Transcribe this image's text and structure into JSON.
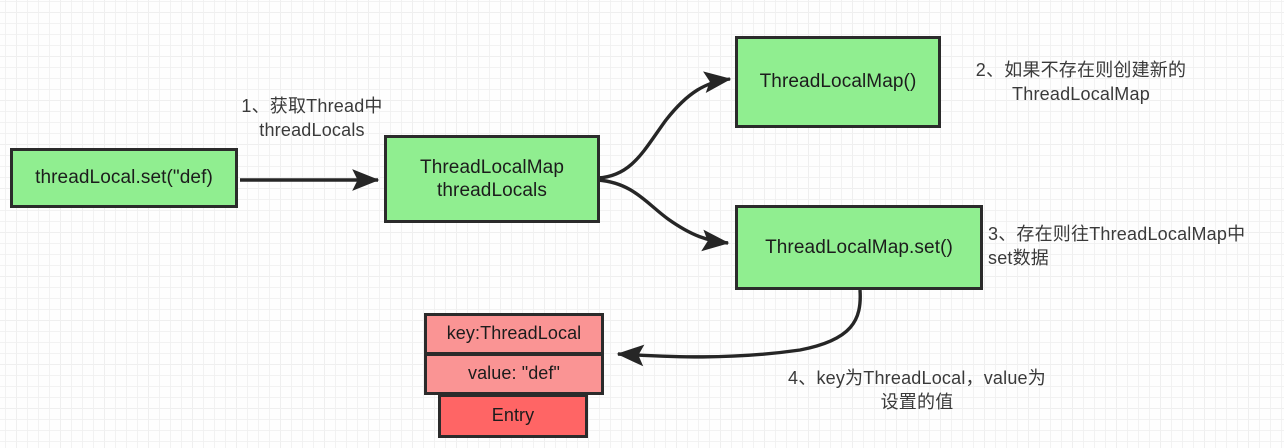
{
  "diagram": {
    "title": "ThreadLocal set flow",
    "background": {
      "color": "#fefefe",
      "grid_color": "#ededed",
      "grid_size": 44
    },
    "palette": {
      "node_green": "#90ee90",
      "node_pink": "#fa9494",
      "node_red": "#ff6565",
      "border": "#2b2b2b",
      "text": "#1c1c1c",
      "annotation_text": "#3a3a3a",
      "edge": "#262626"
    },
    "nodes": [
      {
        "id": "thread-local-set",
        "label": "threadLocal.set(\"def)",
        "fill": "#90ee90"
      },
      {
        "id": "thread-local-map-threadlocals",
        "label": "ThreadLocalMap\nthreadLocals",
        "fill": "#90ee90"
      },
      {
        "id": "thread-local-map-ctor",
        "label": "ThreadLocalMap()",
        "fill": "#90ee90"
      },
      {
        "id": "thread-local-map-set",
        "label": "ThreadLocalMap.set()",
        "fill": "#90ee90"
      },
      {
        "id": "entry-key-row",
        "label": "key:ThreadLocal",
        "fill": "#fa9494"
      },
      {
        "id": "entry-value-row",
        "label": "value: \"def\"",
        "fill": "#fa9494"
      },
      {
        "id": "entry-label",
        "label": "Entry",
        "fill": "#ff6565"
      }
    ],
    "annotations": [
      {
        "id": "step-1",
        "text": "1、获取Thread中\nthreadLocals"
      },
      {
        "id": "step-2",
        "text": "2、如果不存在则创建新的\nThreadLocalMap"
      },
      {
        "id": "step-3",
        "text": "3、存在则往ThreadLocalMap中\nset数据"
      },
      {
        "id": "step-4",
        "text": "4、key为ThreadLocal，value为\n设置的值"
      }
    ],
    "edges": [
      {
        "id": "edge-set-to-map",
        "from": "thread-local-set",
        "to": "thread-local-map-threadlocals",
        "style": "straight"
      },
      {
        "id": "edge-map-to-ctor",
        "from": "thread-local-map-threadlocals",
        "to": "thread-local-map-ctor",
        "style": "curved"
      },
      {
        "id": "edge-map-to-mapset",
        "from": "thread-local-map-threadlocals",
        "to": "thread-local-map-set",
        "style": "curved"
      },
      {
        "id": "edge-mapset-to-entry",
        "from": "thread-local-map-set",
        "to": "entry-value-row",
        "style": "curved"
      }
    ]
  }
}
